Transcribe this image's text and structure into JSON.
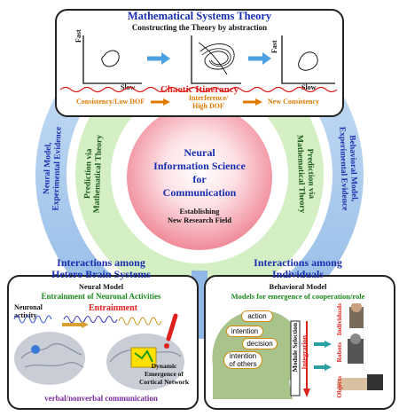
{
  "top": {
    "title": "Mathematical Systems Theory",
    "subtitle": "Constructing the Theory by abstraction",
    "fast_label": "Fast",
    "slow_label": "Slow",
    "chaotic": "Chaotic Itinerancy",
    "consistency_low": "Consistency/Low DOF",
    "interference_line1": "Interference/",
    "interference_line2": "High DOF",
    "new_consistency": "New Consistency"
  },
  "center": {
    "line1": "Neural",
    "line2": "Information Science",
    "line3": "for",
    "line4": "Communication",
    "sub1": "Establishing",
    "sub2": "New Research Field"
  },
  "ring": {
    "left_outer": "Neural Model,\nExperimental Evidence",
    "left_inner": "Prediction via\nMathematical Theory",
    "right_inner": "Prediction via\nMathematical Theory",
    "right_outer": "Behavioral Model,\nExperimental Evidence"
  },
  "left": {
    "title1": "Interactions among",
    "title2": "Hetero Brain Systems",
    "model": "Neural Model",
    "entrainment_of": "Entrainment of Neuronal Activities",
    "neuronal1": "Neuronal",
    "neuronal2": "activity",
    "entrainment": "Entrainment",
    "dynamic1": "Dynamic",
    "dynamic2": "Emergence of",
    "dynamic3": "Cortical Network",
    "bottom": "verbal/nonverbal communication"
  },
  "right": {
    "title1": "Interactions among",
    "title2": "Individuals",
    "model": "Behavioral Model",
    "models_for": "Models for emergence of cooperation/role",
    "action": "action",
    "intention": "intention",
    "decision": "decision",
    "intention_others1": "intention",
    "intention_others2": "of others",
    "module_selection": "Module Selection",
    "integration": "Integration",
    "individuals": "Individuals",
    "robots": "Robots",
    "objects": "Objects"
  }
}
